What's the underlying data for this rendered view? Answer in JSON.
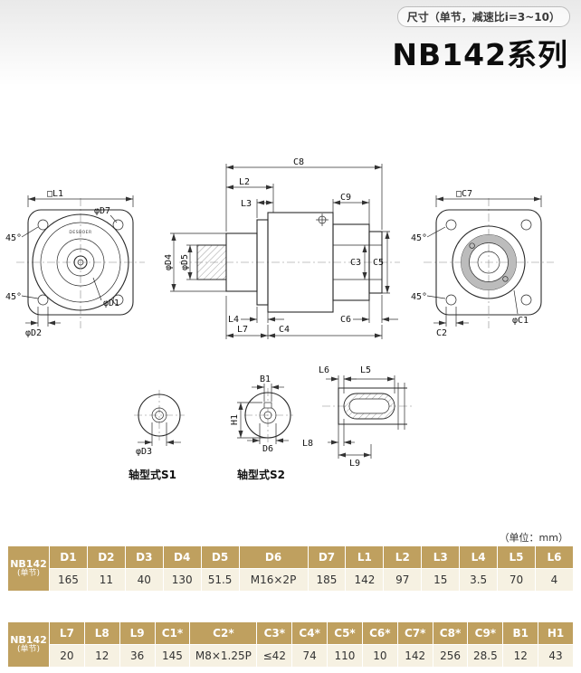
{
  "page": {
    "subtitle": "尺寸（单节，减速比i=3~10）",
    "title": "NB142系列",
    "unit_note": "（单位：mm）"
  },
  "colors": {
    "table_header_bg": "#bfa05f",
    "table_row_bg": "#f6f1e2",
    "line_color": "#2a2a2a"
  },
  "drawing": {
    "brand": "DESBOER",
    "front_view": {
      "dim_L1": "□L1",
      "dim_D7": "φD7",
      "angle_top": "45°",
      "angle_bottom": "45°",
      "dim_D1": "φD1",
      "dim_D2": "φD2"
    },
    "side_view": {
      "dim_C8": "C8",
      "dim_L2": "L2",
      "dim_L3": "L3",
      "dim_C9": "C9",
      "dim_D4": "φD4",
      "dim_D5": "φD5",
      "dim_C3": "C3",
      "dim_C5": "C5",
      "dim_L4": "L4",
      "dim_C6": "C6",
      "dim_L7": "L7",
      "dim_C4": "C4"
    },
    "rear_view": {
      "dim_C7": "□C7",
      "angle_top": "45°",
      "angle_bottom": "45°",
      "dim_C2": "C2",
      "dim_C1": "φC1"
    },
    "shaft_s1": {
      "dim_D3": "φD3",
      "caption": "轴型式S1"
    },
    "shaft_s2": {
      "dim_B1": "B1",
      "dim_H1": "H1",
      "dim_D6": "D6",
      "caption": "轴型式S2"
    },
    "keyway": {
      "dim_L6": "L6",
      "dim_L5": "L5",
      "dim_L8": "L8",
      "dim_L9": "L9"
    }
  },
  "table1": {
    "row_label": "NB142",
    "row_sublabel": "(单节)",
    "columns": [
      "D1",
      "D2",
      "D3",
      "D4",
      "D5",
      "D6",
      "D7",
      "L1",
      "L2",
      "L3",
      "L4",
      "L5",
      "L6"
    ],
    "values": [
      "165",
      "11",
      "40",
      "130",
      "51.5",
      "M16×2P",
      "185",
      "142",
      "97",
      "15",
      "3.5",
      "70",
      "4"
    ]
  },
  "table2": {
    "row_label": "NB142",
    "row_sublabel": "(单节)",
    "columns": [
      "L7",
      "L8",
      "L9",
      "C1*",
      "C2*",
      "C3*",
      "C4*",
      "C5*",
      "C6*",
      "C7*",
      "C8*",
      "C9*",
      "B1",
      "H1"
    ],
    "values": [
      "20",
      "12",
      "36",
      "145",
      "M8×1.25P",
      "≤42",
      "74",
      "110",
      "10",
      "142",
      "256",
      "28.5",
      "12",
      "43"
    ]
  }
}
